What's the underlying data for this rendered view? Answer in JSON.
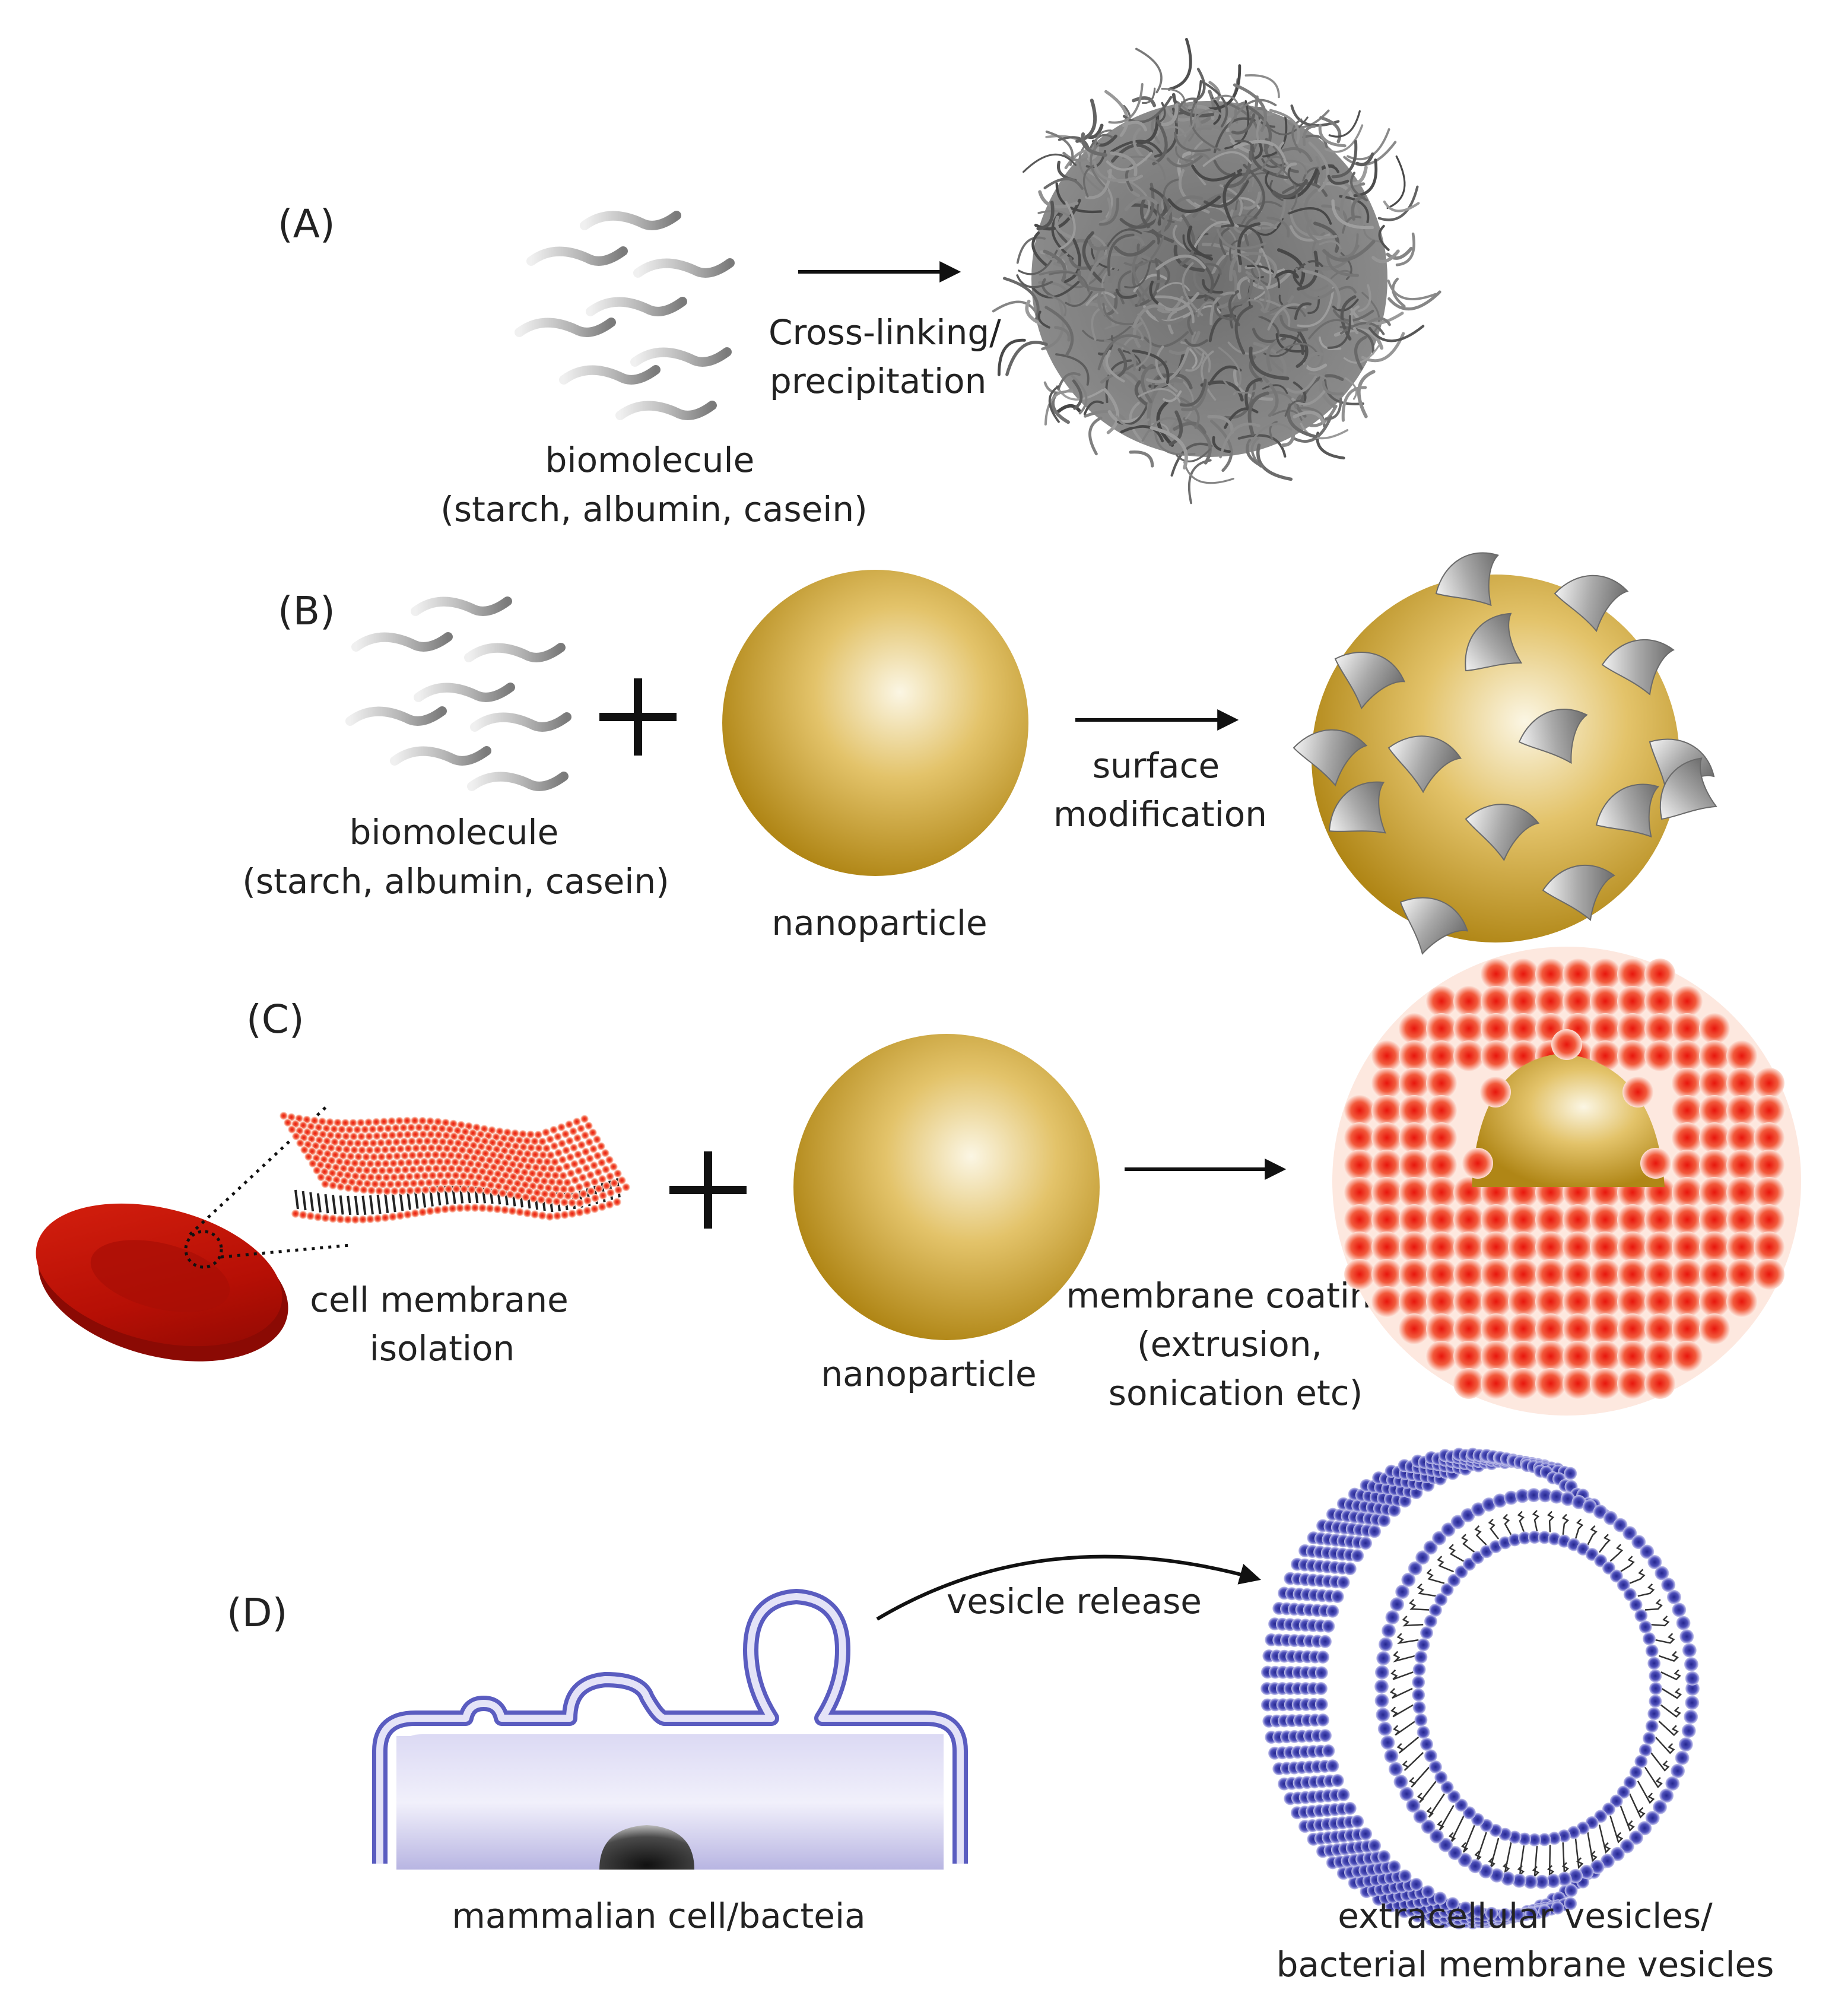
{
  "colors": {
    "gold_light": "#fbf4dc",
    "gold_dark": "#b58a1e",
    "red_dot": "#e21a10",
    "blue_dot": "#2a2c9a",
    "cell_fill": "#c9c6ea",
    "cell_outline": "#5a5cc0",
    "rbc_red": "#c41408",
    "fiber_grey": "#6b6b6b"
  },
  "panels": {
    "a": {
      "letter": "(A)",
      "biomolecule": "biomolecule",
      "examples": "(starch, albumin, casein)",
      "arrow_line1": "Cross-linking/",
      "arrow_line2": "precipitation"
    },
    "b": {
      "letter": "(B)",
      "biomolecule": "biomolecule",
      "examples": "(starch, albumin, casein)",
      "nanoparticle": "nanoparticle",
      "arrow_line1": "surface",
      "arrow_line2": "modification"
    },
    "c": {
      "letter": "(C)",
      "isolation_line1": "cell membrane",
      "isolation_line2": "isolation",
      "nanoparticle": "nanoparticle",
      "coating_line1": "membrane coating",
      "coating_line2": "(extrusion,",
      "coating_line3": "sonication etc)"
    },
    "d": {
      "letter": "(D)",
      "arrow_label": "vesicle release",
      "cell_label": "mammalian cell/bacteia",
      "vesicle_line1": "extracellular vesicles/",
      "vesicle_line2": "bacterial membrane vesicles"
    }
  }
}
